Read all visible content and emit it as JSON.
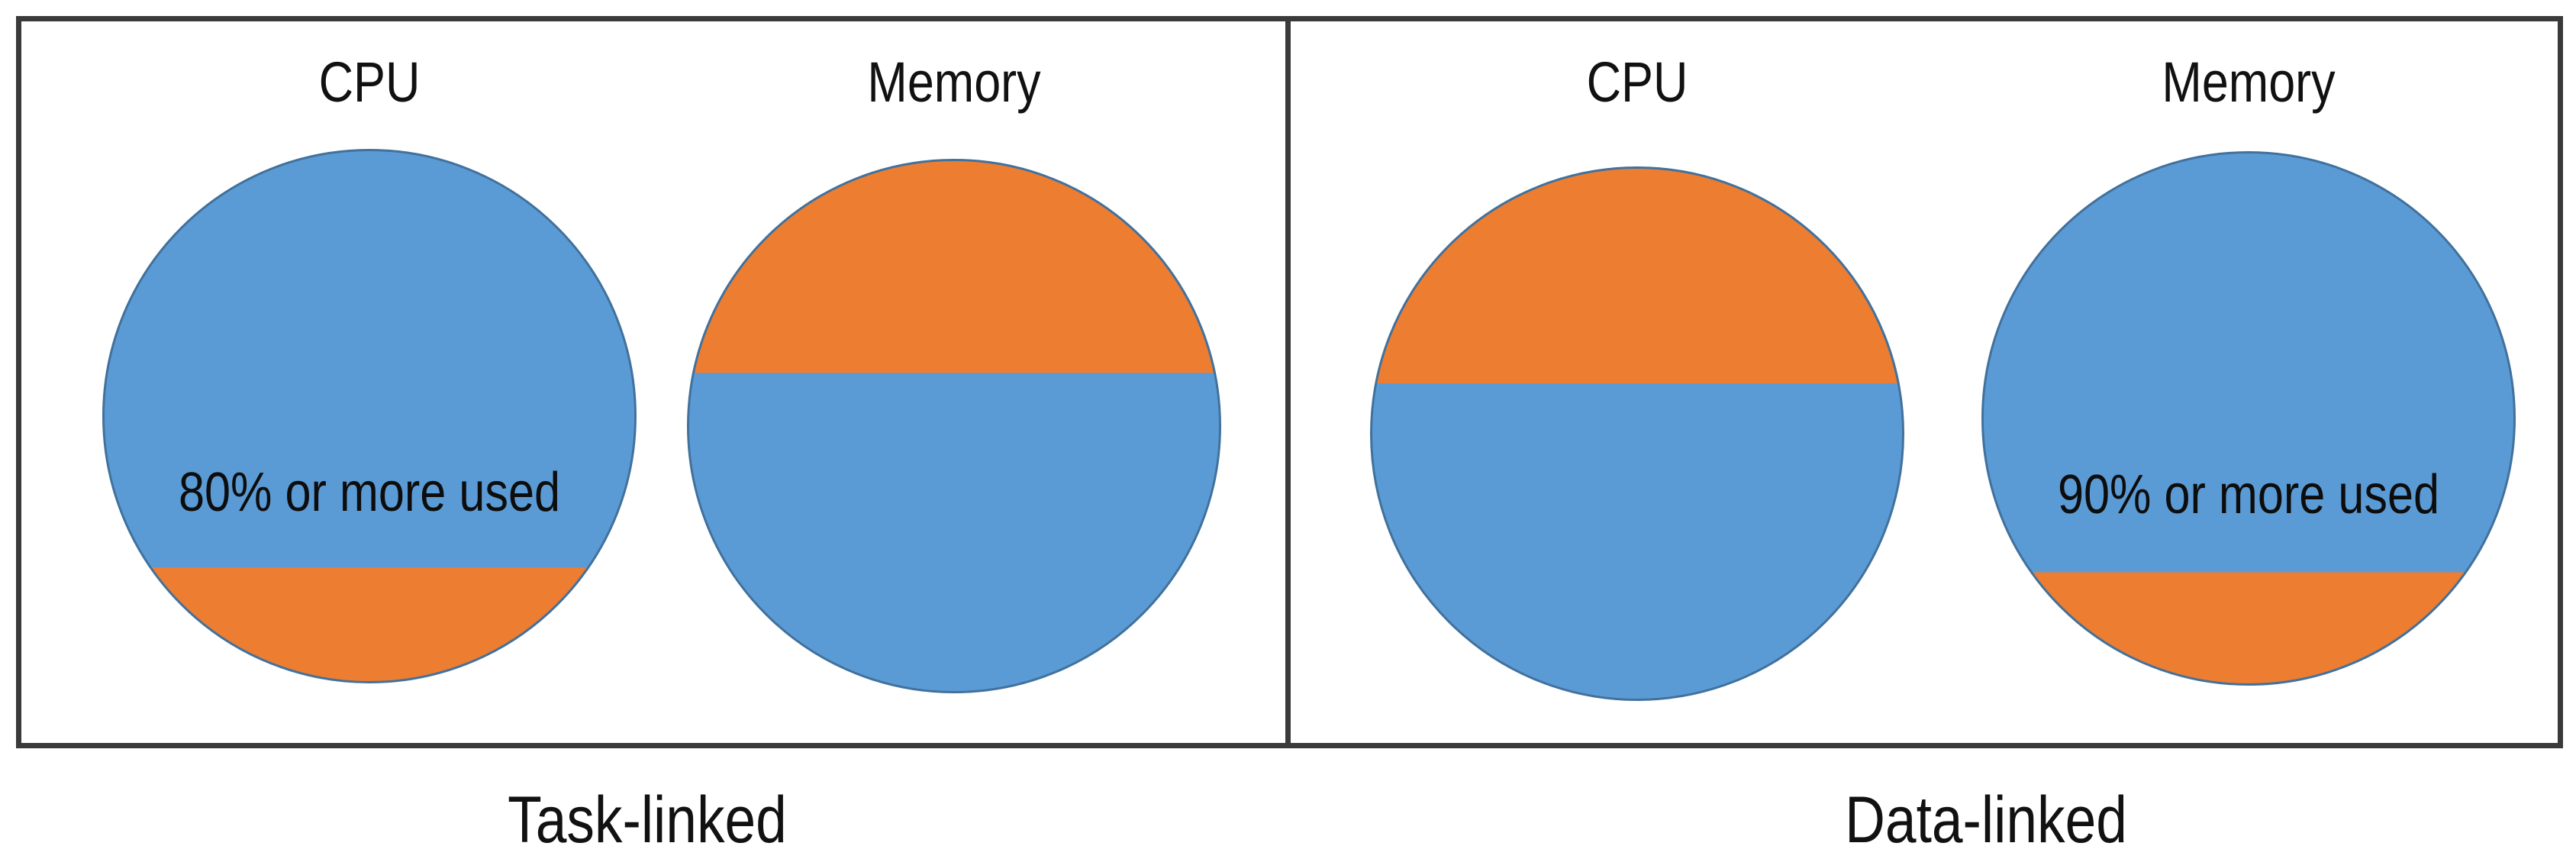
{
  "colors": {
    "blue": "#5b9bd5",
    "orange": "#ed7d31",
    "circle_border": "#41719c",
    "frame_border": "#3a3a3a",
    "text": "#111111"
  },
  "chart_data": {
    "type": "pie",
    "title": "",
    "legend_position": "none",
    "panels": [
      {
        "caption": "Task-linked",
        "circles": [
          {
            "title": "CPU",
            "label": "80% or more used",
            "top_color": "blue",
            "bottom_color": "orange",
            "split_percent": 78.5,
            "orange_share_percent": 21.5
          },
          {
            "title": "Memory",
            "label": "",
            "top_color": "orange",
            "bottom_color": "blue",
            "split_percent": 40,
            "orange_share_percent": 40
          }
        ]
      },
      {
        "caption": "Data-linked",
        "circles": [
          {
            "title": "CPU",
            "label": "",
            "top_color": "orange",
            "bottom_color": "blue",
            "split_percent": 40.5,
            "orange_share_percent": 40.5
          },
          {
            "title": "Memory",
            "label": "90% or more used",
            "top_color": "blue",
            "bottom_color": "orange",
            "split_percent": 79,
            "orange_share_percent": 21
          }
        ]
      }
    ]
  }
}
